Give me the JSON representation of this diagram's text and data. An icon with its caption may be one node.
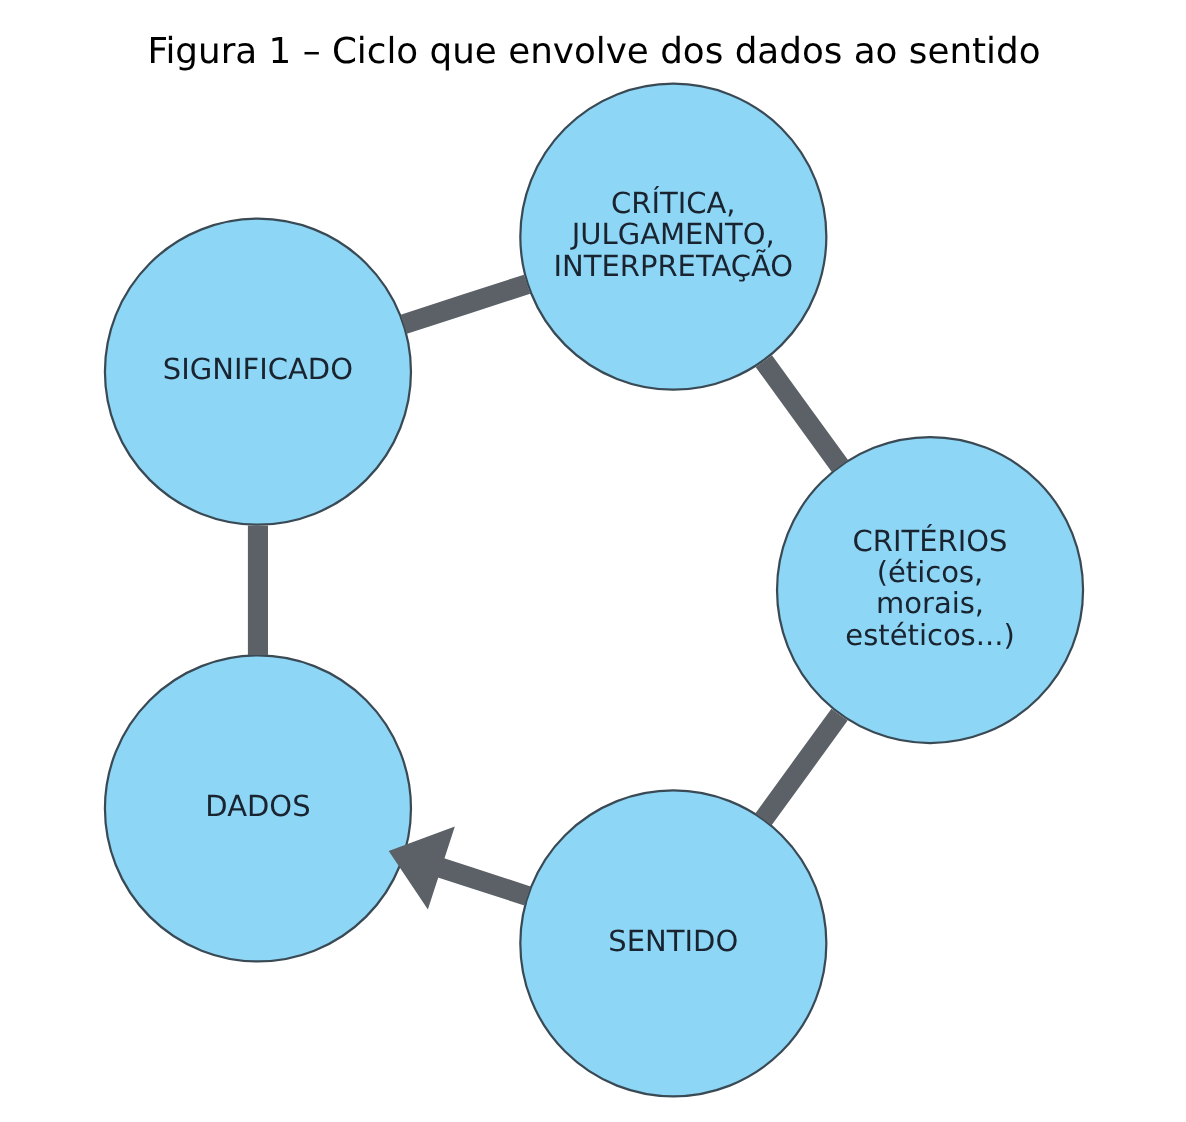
{
  "diagram": {
    "title": "Figura 1 – Ciclo que envolve dos dados ao sentido",
    "nodes": [
      {
        "text": [
          "SENTIDO"
        ]
      },
      {
        "text": [
          "CRITÉRIOS (éticos, morais, estéticos...)"
        ]
      },
      {
        "text": [
          "DADOS"
        ]
      },
      {
        "text": [
          "CRÍTICA, JULGAMENTO, INTERPRETAÇÃO"
        ]
      },
      {
        "text": [
          "SIGNIFICADO"
        ]
      }
    ],
    "edges": [
      {
        "from": 0,
        "to": 2,
        "arrow": "to"
      },
      {
        "from": 2,
        "to": 4,
        "arrow": "none"
      },
      {
        "from": 4,
        "to": 3,
        "arrow": "none"
      },
      {
        "from": 3,
        "to": 1,
        "arrow": "none"
      },
      {
        "from": 1,
        "to": 0,
        "arrow": "none"
      }
    ]
  }
}
